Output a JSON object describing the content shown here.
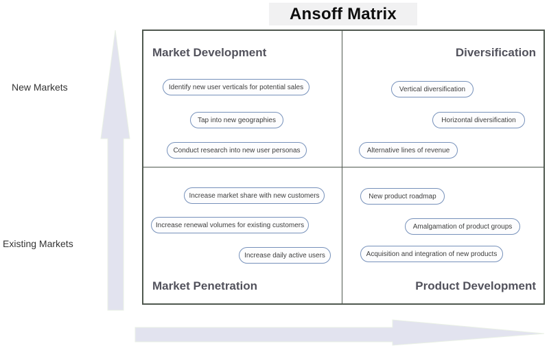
{
  "title": "Ansoff Matrix",
  "axes": {
    "y_top_label": "New Markets",
    "y_bottom_label": "Existing Markets"
  },
  "quadrants": {
    "market_development": {
      "label": "Market Development",
      "items": [
        "Identify new user verticals for potential sales",
        "Tap into new geographies",
        "Conduct research into new user personas"
      ]
    },
    "diversification": {
      "label": "Diversification",
      "items": [
        "Vertical diversification",
        "Horizontal diversification",
        "Alternative lines of revenue"
      ]
    },
    "market_penetration": {
      "label": "Market Penetration",
      "items": [
        "Increase market share with new customers",
        "Increase renewal volumes for existing customers",
        "Increase daily active users"
      ]
    },
    "product_development": {
      "label": "Product Development",
      "items": [
        "New product roadmap",
        "Amalgamation of product groups",
        "Acquisition and integration of new products"
      ]
    }
  },
  "colors": {
    "arrow_fill": "#e2e3ef",
    "arrow_edge": "#e9f0e5",
    "grid_line": "#4e574e",
    "pill_border": "#7590ba",
    "pill_text": "#3d3d3d",
    "heading_text": "#52525c",
    "title_background": "#f1f1f2",
    "title_text": "#0e0e0e"
  }
}
